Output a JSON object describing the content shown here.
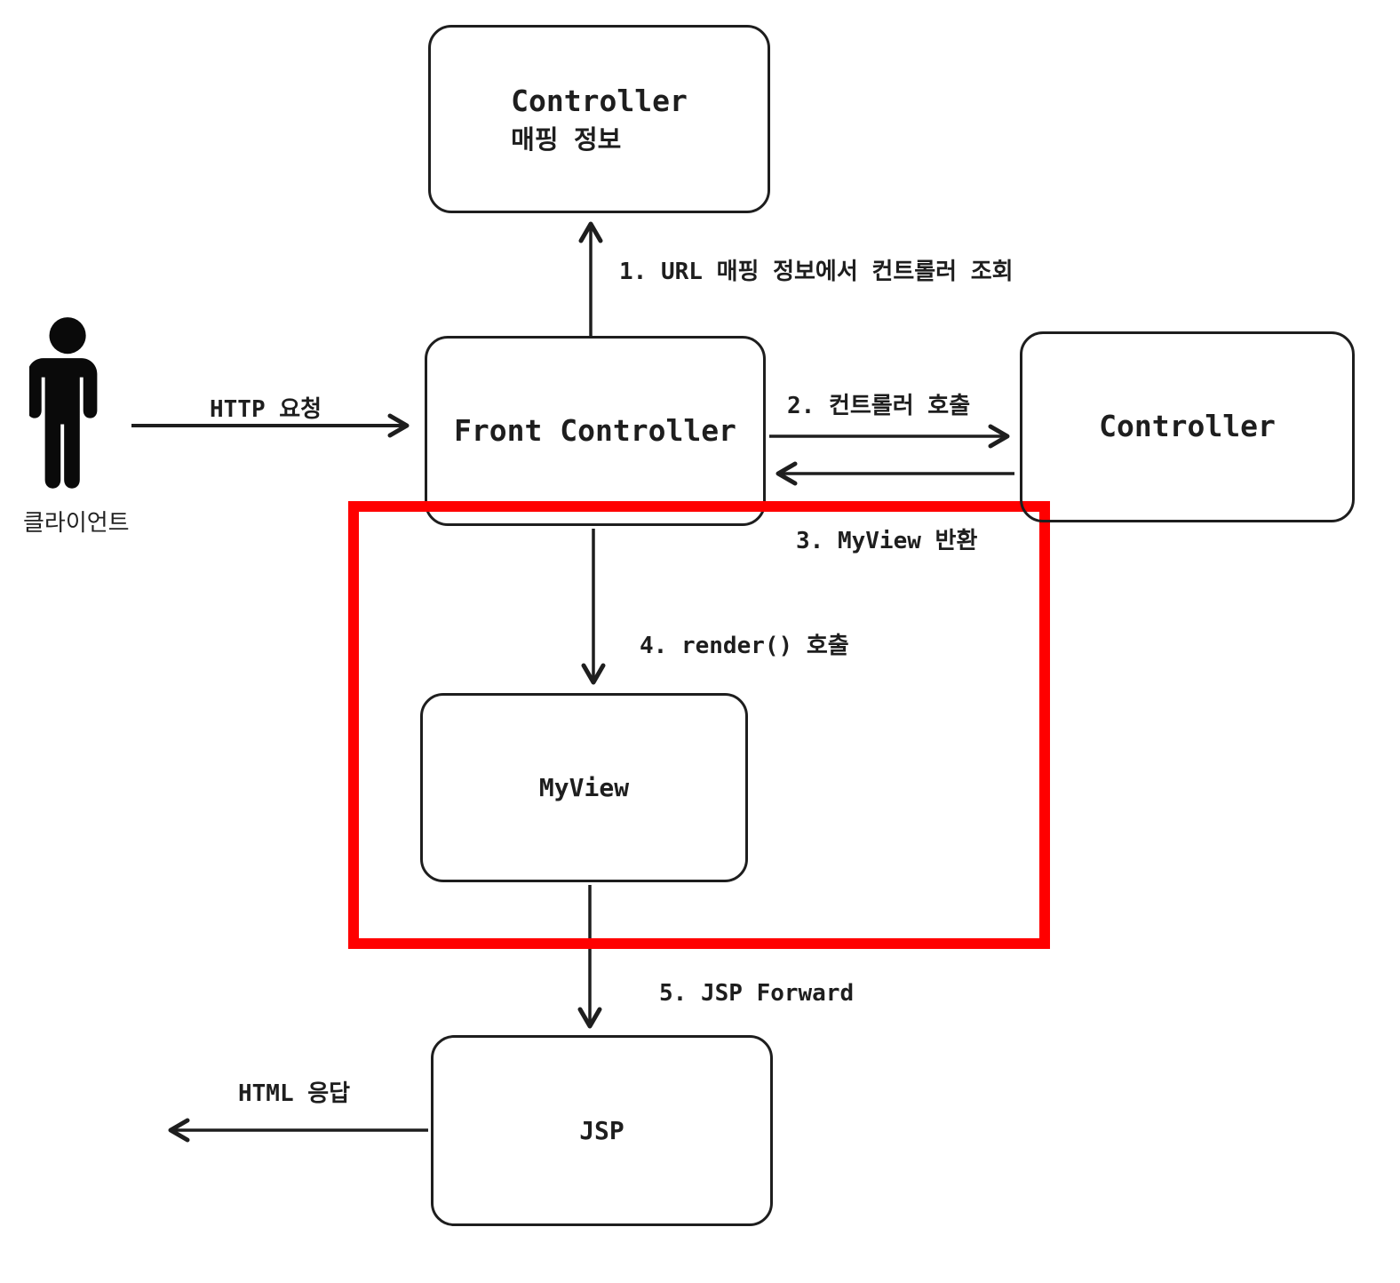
{
  "colors": {
    "line": "#1e1e1e",
    "highlight": "#ff0000",
    "background": "#ffffff"
  },
  "nodes": {
    "controller_mapping": {
      "line1": "Controller",
      "line2": "매핑 정보"
    },
    "front_controller": {
      "label": "Front Controller"
    },
    "controller": {
      "label": "Controller"
    },
    "my_view": {
      "label": "MyView"
    },
    "jsp": {
      "label": "JSP"
    }
  },
  "actor": {
    "label": "클라이언트"
  },
  "labels": {
    "http_request": "HTTP 요청",
    "step1": "1. URL 매핑 정보에서 컨트롤러 조회",
    "step2": "2. 컨트롤러 호출",
    "step3": "3. MyView 반환",
    "step4": "4. render() 호출",
    "step5": "5. JSP Forward",
    "html_response": "HTML 응답"
  }
}
